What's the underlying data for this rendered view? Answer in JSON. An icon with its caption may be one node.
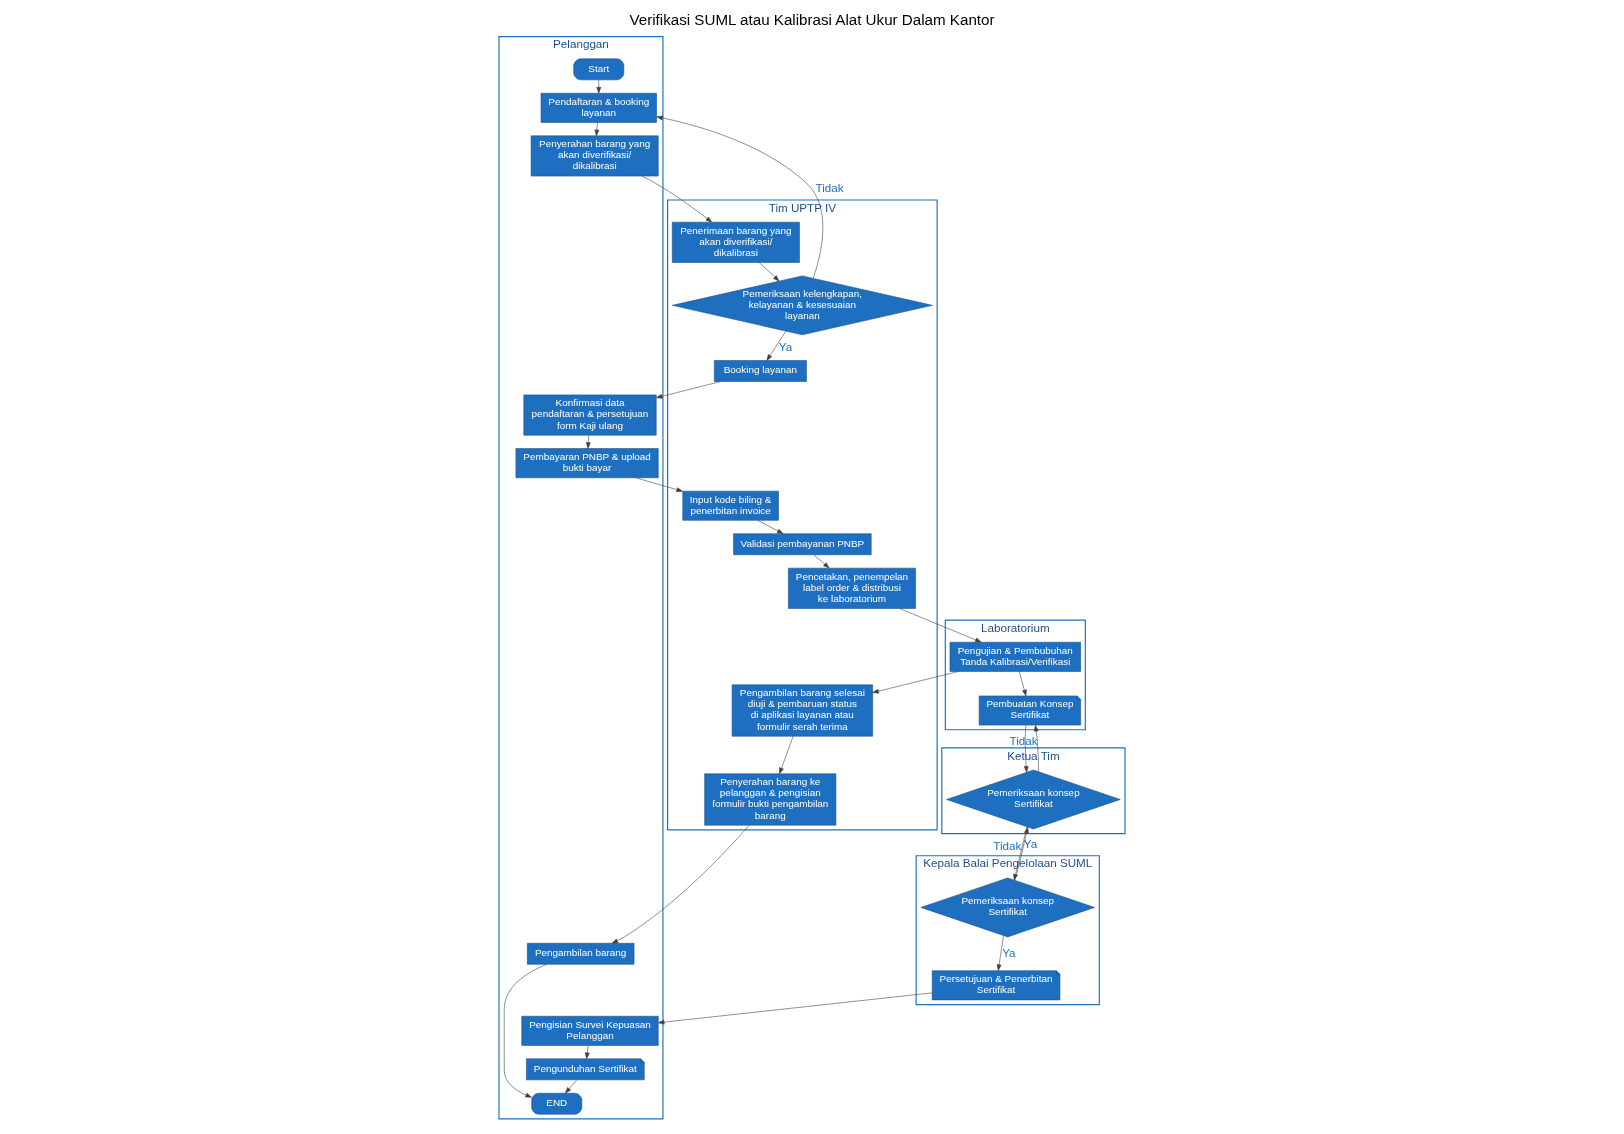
{
  "diagram": {
    "title": "Verifikasi SUML atau Kalibrasi Alat Ukur Dalam Kantor",
    "nodes": [
      {
        "text": [
          "Pelanggan"
        ]
      },
      {
        "text": [
          "Tim UPTP IV"
        ]
      },
      {
        "text": [
          "Laboratorium"
        ]
      },
      {
        "text": [
          "Ketua Tim"
        ]
      },
      {
        "text": [
          "Kepala Balai Pengelolaan SUML"
        ]
      },
      {
        "text": [
          "Start"
        ],
        "in": 0
      },
      {
        "text": [
          "Pendaftaran & booking layanan"
        ],
        "in": 0
      },
      {
        "text": [
          "Penyerahan barang yang akan diverifikasi/ dikalibrasi"
        ],
        "in": 0
      },
      {
        "text": [
          "Penerimaan barang yang akan diverifikasi/ dikalibrasi"
        ],
        "in": 1
      },
      {
        "text": [
          "Pemeriksaan kelengkapan, kelayanan & kesesuaian layanan"
        ],
        "in": 1
      },
      {
        "text": [
          "Booking layanan"
        ],
        "in": 1
      },
      {
        "text": [
          "Konfirmasi data pendaftaran & persetujuan form Kaji ulang"
        ],
        "in": 0
      },
      {
        "text": [
          "Pembayaran PNBP & upload bukti bayar"
        ],
        "in": 0
      },
      {
        "text": [
          "Input kode biling & penerbitan invoice"
        ],
        "in": 1
      },
      {
        "text": [
          "Validasi pembayanan PNBP"
        ],
        "in": 1
      },
      {
        "text": [
          "Pencetakan, penempelan label order & distribusi ke laboratorium"
        ],
        "in": 1
      },
      {
        "text": [
          "Pengujian & Pembubuhan Tanda Kalibrasi/Verifikasi"
        ],
        "in": 2
      },
      {
        "text": [
          "Pembuatan Konsep Sertifikat"
        ],
        "in": 2
      },
      {
        "text": [
          "Pemeriksaan konsep Sertifikat"
        ],
        "in": 3
      },
      {
        "text": [
          "Pemeriksaan konsep Sertifikat"
        ],
        "in": 4
      },
      {
        "text": [
          "Persetujuan & Penerbitan Sertifikat"
        ],
        "in": 4
      },
      {
        "text": [
          "Pengambilan barang selesai diuji & pembaruan status di aplikasi layanan atau formulir serah terima"
        ],
        "in": 1
      },
      {
        "text": [
          "Penyerahan barang ke pelanggan & pengisian formulir bukti pengambilan barang"
        ],
        "in": 1
      },
      {
        "text": [
          "Pengambilan barang"
        ],
        "in": 0
      },
      {
        "text": [
          "Pengisian Survei Kepuasan Pelanggan"
        ],
        "in": 0
      },
      {
        "text": [
          "Pengunduhan Sertifikat"
        ],
        "in": 0
      },
      {
        "text": [
          "END"
        ],
        "in": 0
      }
    ],
    "edges": [
      {
        "from": 5,
        "to": 6,
        "arrow": "to"
      },
      {
        "from": 6,
        "to": 7,
        "arrow": "to"
      },
      {
        "from": 7,
        "to": 8,
        "arrow": "to"
      },
      {
        "from": 8,
        "to": 9,
        "arrow": "to"
      },
      {
        "from": 9,
        "to": 6,
        "arrow": "to",
        "label": "Tidak"
      },
      {
        "from": 9,
        "to": 10,
        "arrow": "to",
        "label": "Ya"
      },
      {
        "from": 10,
        "to": 11,
        "arrow": "to"
      },
      {
        "from": 11,
        "to": 12,
        "arrow": "to"
      },
      {
        "from": 12,
        "to": 13,
        "arrow": "to"
      },
      {
        "from": 13,
        "to": 14,
        "arrow": "to"
      },
      {
        "from": 14,
        "to": 15,
        "arrow": "to"
      },
      {
        "from": 15,
        "to": 16,
        "arrow": "to"
      },
      {
        "from": 16,
        "to": 17,
        "arrow": "to"
      },
      {
        "from": 16,
        "to": 21,
        "arrow": "to"
      },
      {
        "from": 17,
        "to": 18,
        "arrow": "to"
      },
      {
        "from": 18,
        "to": 17,
        "arrow": "to",
        "label": "Tidak"
      },
      {
        "from": 18,
        "to": 19,
        "arrow": "to",
        "label": "Ya"
      },
      {
        "from": 19,
        "to": 18,
        "arrow": "to",
        "label": "Tidak"
      },
      {
        "from": 19,
        "to": 20,
        "arrow": "to",
        "label": "Ya"
      },
      {
        "from": 20,
        "to": 24,
        "arrow": "to"
      },
      {
        "from": 21,
        "to": 22,
        "arrow": "to"
      },
      {
        "from": 22,
        "to": 23,
        "arrow": "to"
      },
      {
        "from": 24,
        "to": 25,
        "arrow": "to"
      },
      {
        "from": 25,
        "to": 26,
        "arrow": "to"
      },
      {
        "from": 23,
        "to": 26,
        "arrow": "to"
      }
    ]
  }
}
